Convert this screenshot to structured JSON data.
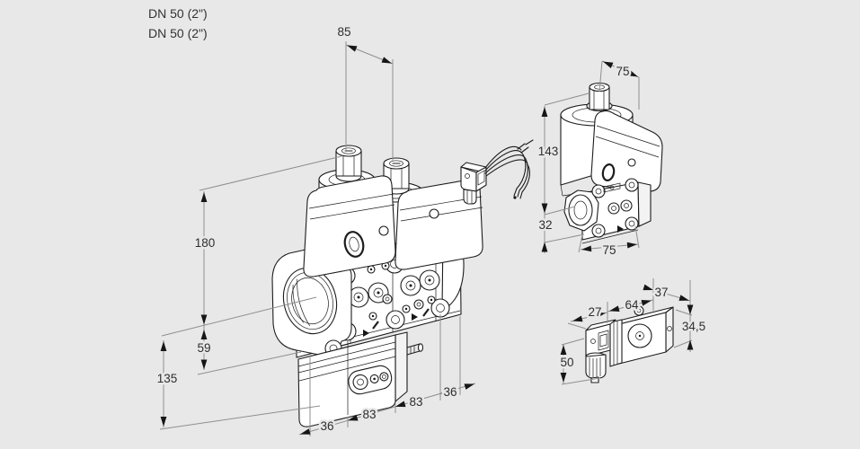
{
  "page": {
    "background_color": "#e8e8e8",
    "line_color": "#1c1c1c",
    "dimension_line_color": "#8f8f8f",
    "text_color": "#2e2e2e"
  },
  "labels": {
    "connection_size_line1": "DN 50 (2\")",
    "connection_size_line2": "DN 50 (2\")"
  },
  "main_valve": {
    "dim_solenoid_spacing": "85",
    "dim_height_above_axis": "180",
    "dim_axis_to_body_bottom": "59",
    "dim_axis_to_base_bottom": "135",
    "dim_chain": [
      "36",
      "83",
      "83",
      "36"
    ]
  },
  "side_valve": {
    "dim_width_top": "75",
    "dim_height_above_axis": "143",
    "dim_axis_to_bottom": "32",
    "dim_width_bottom": "75"
  },
  "accessory": {
    "dim_depth": "37",
    "dim_length": "64",
    "dim_connector_width": "27",
    "dim_height": "34,5",
    "dim_connector_height": "50"
  }
}
